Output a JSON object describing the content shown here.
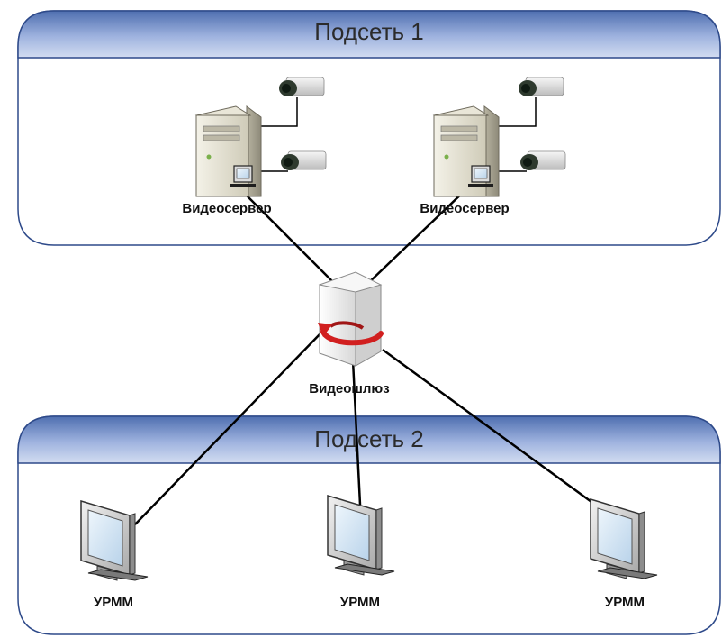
{
  "subnets": [
    {
      "title": "Подсеть 1"
    },
    {
      "title": "Подсеть 2"
    }
  ],
  "video_servers": [
    {
      "label": "Видеосервер",
      "cameras": 2
    },
    {
      "label": "Видеосервер",
      "cameras": 2
    }
  ],
  "gateway": {
    "label": "Видеошлюз"
  },
  "workstations": [
    {
      "label": "УРММ"
    },
    {
      "label": "УРММ"
    },
    {
      "label": "УРММ"
    }
  ],
  "colors": {
    "band_top": "#4f6fb0",
    "band_bottom": "#c9d5ee",
    "frame": "#2e4a8a",
    "link": "#000000",
    "gateway_arrow": "#d11f1f"
  }
}
